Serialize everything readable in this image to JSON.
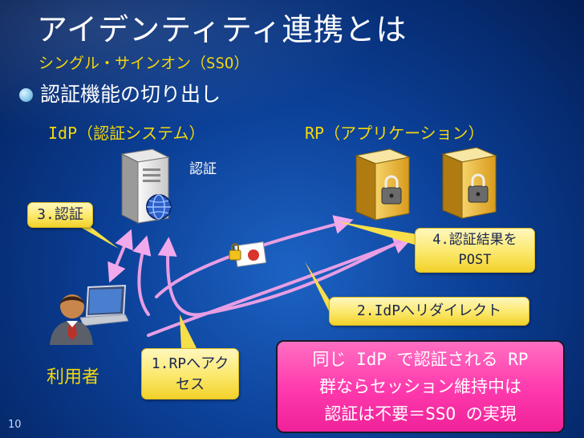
{
  "slide": {
    "title": "アイデンティティ連携とは",
    "subtitle": "シングル・サインオン（SSO）",
    "bullet": "認証機能の切り出し",
    "idp_heading": "IdP（認証システム）",
    "rp_heading": "RP（アプリケーション）",
    "auth_label": "認証",
    "user_label": "利用者",
    "page_number": "10"
  },
  "callouts": {
    "step3": "3.認証",
    "step4_line1": "4.認証結果を",
    "step4_line2": "POST",
    "step2": "2.IdPへリダイレクト",
    "step1_line1": "1.RPへアク",
    "step1_line2": "セス"
  },
  "note": {
    "line1": "同じ IdP で認証される RP",
    "line2": "群ならセッション維持中は",
    "line3": "認証は不要＝SSO の実現"
  },
  "icons": [
    "idp-server-icon",
    "globe-icon",
    "rp-server-lock-icon",
    "rp-server-lock-icon",
    "user-laptop-icon",
    "envelope-lock-icon"
  ],
  "colors": {
    "background": "#0b3f96",
    "heading_yellow": "#f4d70a",
    "callout_yellow": "#fbe86a",
    "note_pink": "#ff3cae",
    "arrow_pink": "#e58fe0"
  }
}
